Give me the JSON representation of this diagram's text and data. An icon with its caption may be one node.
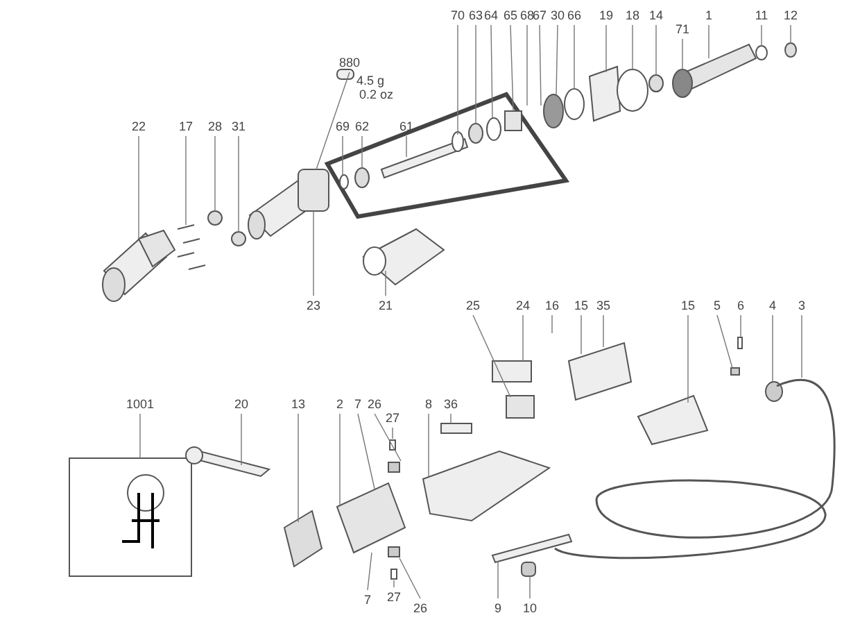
{
  "diagram": {
    "nodes": [
      {
        "text": [
          "70"
        ]
      },
      {
        "text": [
          "63"
        ]
      },
      {
        "text": [
          "64"
        ]
      },
      {
        "text": [
          "65"
        ]
      },
      {
        "text": [
          "68"
        ]
      },
      {
        "text": [
          "67"
        ]
      },
      {
        "text": [
          "30"
        ]
      },
      {
        "text": [
          "66"
        ]
      },
      {
        "text": [
          "19"
        ]
      },
      {
        "text": [
          "18"
        ]
      },
      {
        "text": [
          "14"
        ]
      },
      {
        "text": [
          "1"
        ]
      },
      {
        "text": [
          "11"
        ]
      },
      {
        "text": [
          "12"
        ]
      },
      {
        "text": [
          "71"
        ]
      },
      {
        "text": [
          "880"
        ]
      },
      {
        "text": [
          "22"
        ]
      },
      {
        "text": [
          "17"
        ]
      },
      {
        "text": [
          "28"
        ]
      },
      {
        "text": [
          "31"
        ]
      },
      {
        "text": [
          "69"
        ]
      },
      {
        "text": [
          "62"
        ]
      },
      {
        "text": [
          "61"
        ]
      },
      {
        "text": [
          "23"
        ]
      },
      {
        "text": [
          "21"
        ]
      },
      {
        "text": [
          "25"
        ]
      },
      {
        "text": [
          "24"
        ]
      },
      {
        "text": [
          "16"
        ]
      },
      {
        "text": [
          "15"
        ]
      },
      {
        "text": [
          "35"
        ]
      },
      {
        "text": [
          "15"
        ]
      },
      {
        "text": [
          "5"
        ]
      },
      {
        "text": [
          "6"
        ]
      },
      {
        "text": [
          "4"
        ]
      },
      {
        "text": [
          "3"
        ]
      },
      {
        "text": [
          "1001"
        ]
      },
      {
        "text": [
          "20"
        ]
      },
      {
        "text": [
          "13"
        ]
      },
      {
        "text": [
          "2"
        ]
      },
      {
        "text": [
          "7"
        ]
      },
      {
        "text": [
          "26"
        ]
      },
      {
        "text": [
          "27"
        ]
      },
      {
        "text": [
          "8"
        ]
      },
      {
        "text": [
          "36"
        ]
      },
      {
        "text": [
          "7"
        ]
      },
      {
        "text": [
          "27"
        ]
      },
      {
        "text": [
          "26"
        ]
      },
      {
        "text": [
          "9"
        ]
      },
      {
        "text": [
          "10"
        ]
      }
    ],
    "edges": [
      {
        "from": 0,
        "to": null,
        "arrow": "none"
      },
      {
        "from": 1,
        "to": null,
        "arrow": "none"
      },
      {
        "from": 2,
        "to": null,
        "arrow": "none"
      },
      {
        "from": 3,
        "to": null,
        "arrow": "none"
      },
      {
        "from": 4,
        "to": null,
        "arrow": "none"
      },
      {
        "from": 5,
        "to": null,
        "arrow": "none"
      },
      {
        "from": 6,
        "to": null,
        "arrow": "none"
      },
      {
        "from": 7,
        "to": null,
        "arrow": "none"
      },
      {
        "from": 8,
        "to": null,
        "arrow": "none"
      },
      {
        "from": 9,
        "to": null,
        "arrow": "none"
      },
      {
        "from": 10,
        "to": null,
        "arrow": "none"
      },
      {
        "from": 11,
        "to": null,
        "arrow": "none"
      },
      {
        "from": 12,
        "to": null,
        "arrow": "none"
      },
      {
        "from": 13,
        "to": null,
        "arrow": "none"
      },
      {
        "from": 14,
        "to": null,
        "arrow": "none"
      },
      {
        "from": 15,
        "to": null,
        "arrow": "none"
      },
      {
        "from": 16,
        "to": null,
        "arrow": "none"
      },
      {
        "from": 17,
        "to": null,
        "arrow": "none"
      },
      {
        "from": 18,
        "to": null,
        "arrow": "none"
      },
      {
        "from": 19,
        "to": null,
        "arrow": "none"
      },
      {
        "from": 20,
        "to": null,
        "arrow": "none"
      },
      {
        "from": 21,
        "to": null,
        "arrow": "none"
      },
      {
        "from": 22,
        "to": null,
        "arrow": "none"
      },
      {
        "from": 23,
        "to": null,
        "arrow": "none"
      },
      {
        "from": 24,
        "to": null,
        "arrow": "none"
      },
      {
        "from": 25,
        "to": null,
        "arrow": "none"
      },
      {
        "from": 26,
        "to": null,
        "arrow": "none"
      },
      {
        "from": 27,
        "to": null,
        "arrow": "none"
      },
      {
        "from": 28,
        "to": null,
        "arrow": "none"
      },
      {
        "from": 29,
        "to": null,
        "arrow": "none"
      },
      {
        "from": 30,
        "to": null,
        "arrow": "none"
      },
      {
        "from": 31,
        "to": null,
        "arrow": "none"
      },
      {
        "from": 32,
        "to": null,
        "arrow": "none"
      },
      {
        "from": 33,
        "to": null,
        "arrow": "none"
      },
      {
        "from": 34,
        "to": null,
        "arrow": "none"
      },
      {
        "from": 35,
        "to": null,
        "arrow": "none"
      },
      {
        "from": 36,
        "to": null,
        "arrow": "none"
      },
      {
        "from": 37,
        "to": null,
        "arrow": "none"
      },
      {
        "from": 38,
        "to": null,
        "arrow": "none"
      },
      {
        "from": 39,
        "to": null,
        "arrow": "none"
      },
      {
        "from": 40,
        "to": null,
        "arrow": "none"
      },
      {
        "from": 41,
        "to": null,
        "arrow": "none"
      },
      {
        "from": 42,
        "to": null,
        "arrow": "none"
      },
      {
        "from": 43,
        "to": null,
        "arrow": "none"
      },
      {
        "from": 44,
        "to": null,
        "arrow": "none"
      },
      {
        "from": 45,
        "to": null,
        "arrow": "none"
      },
      {
        "from": 46,
        "to": null,
        "arrow": "none"
      },
      {
        "from": 47,
        "to": null,
        "arrow": "none"
      },
      {
        "from": 48,
        "to": null,
        "arrow": "none"
      }
    ],
    "labels": [
      "4.5 g",
      "0.2 oz"
    ]
  }
}
